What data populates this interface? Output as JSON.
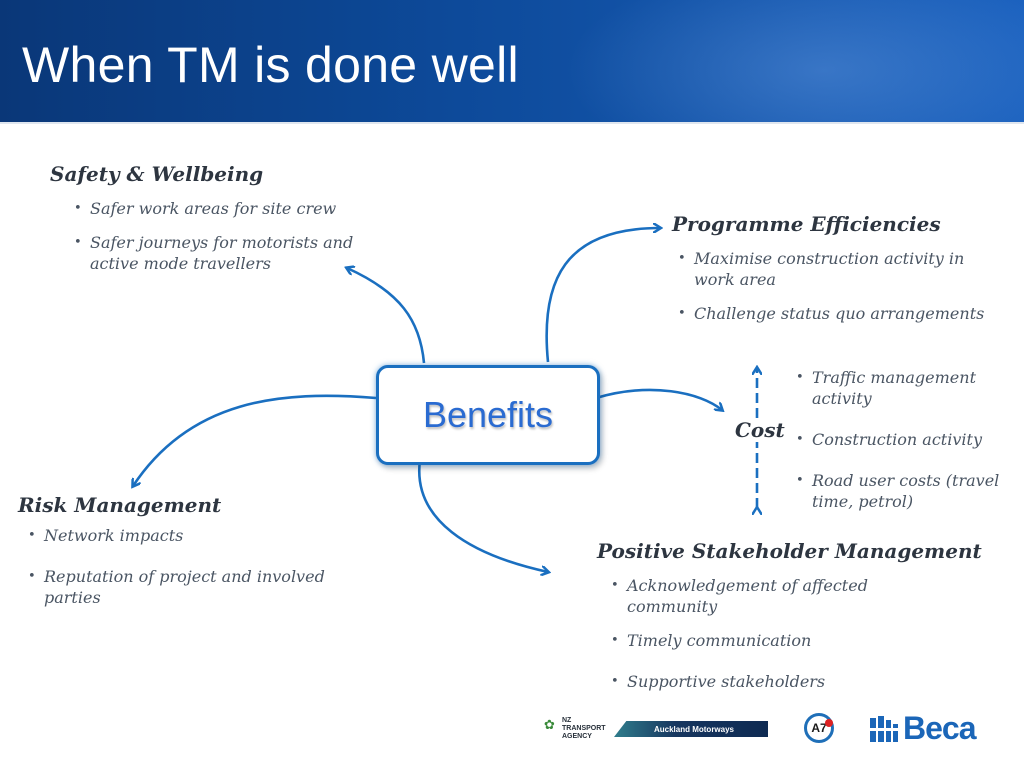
{
  "slide": {
    "title": "When TM is done well"
  },
  "hub": {
    "label": "Benefits"
  },
  "safety": {
    "heading": "Safety & Wellbeing",
    "items": [
      "Safer work areas for site crew",
      "Safer journeys for motorists and active mode travellers"
    ]
  },
  "programme": {
    "heading": "Programme Efficiencies",
    "items": [
      "Maximise construction activity in work area",
      "Challenge status quo arrangements"
    ]
  },
  "cost": {
    "label": "Cost",
    "items": [
      "Traffic management activity",
      "Construction activity",
      "Road user costs (travel time, petrol)"
    ]
  },
  "risk": {
    "heading": "Risk Management",
    "items": [
      "Network impacts",
      "Reputation of project and involved parties"
    ]
  },
  "stakeholder": {
    "heading": "Positive Stakeholder Management",
    "items": [
      "Acknowledgement of affected community",
      "Timely communication",
      "Supportive stakeholders"
    ]
  },
  "logos": {
    "nzta": "NZ TRANSPORT AGENCY",
    "auckland_motorways": "Auckland Motorways",
    "a7": "A7",
    "beca": "Beca"
  },
  "colors": {
    "title_bar": "#0d4a9a",
    "connector": "#1a6fc0",
    "hub_text": "#2a6bd1",
    "heading_text": "#2d3540",
    "body_text": "#4a5563"
  }
}
